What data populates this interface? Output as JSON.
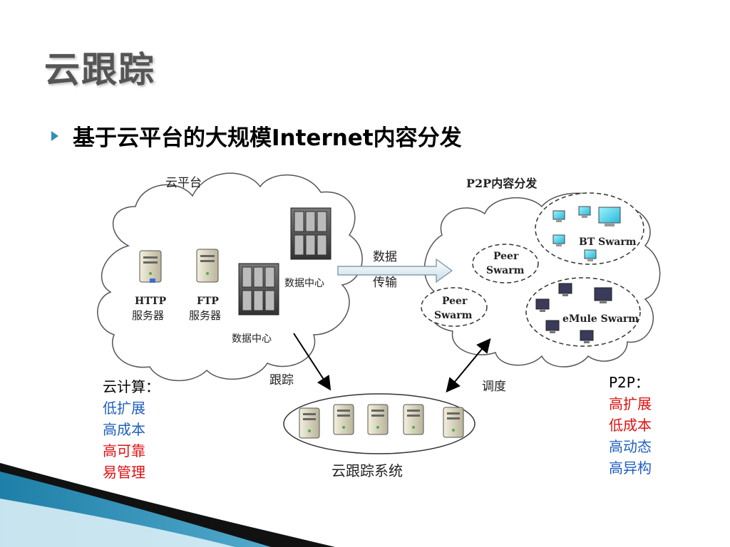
{
  "slide": {
    "title": "云跟踪",
    "bullet": "基于云平台的大规模Internet内容分发"
  },
  "diagram": {
    "cloud_platform_label": "云平台",
    "p2p_label": "P2P内容分发",
    "http_server_line1": "HTTP",
    "http_server_line2": "服务器",
    "ftp_server_line1": "FTP",
    "ftp_server_line2": "服务器",
    "datacenter_top": "数据中心",
    "datacenter_bottom": "数据中心",
    "transfer_line1": "数据",
    "transfer_line2": "传输",
    "peer_swarm_1_line1": "Peer",
    "peer_swarm_1_line2": "Swarm",
    "peer_swarm_2_line1": "Peer",
    "peer_swarm_2_line2": "Swarm",
    "bt_swarm": "BT Swarm",
    "emule_swarm": "eMule Swarm",
    "track_label": "跟踪",
    "schedule_label": "调度",
    "tracking_system": "云跟踪系统"
  },
  "cloud_computing": {
    "heading": "云计算：",
    "items": [
      {
        "text": "低扩展",
        "color": "#1f5fbf"
      },
      {
        "text": "高成本",
        "color": "#1f5fbf"
      },
      {
        "text": "高可靠",
        "color": "#e01010"
      },
      {
        "text": "易管理",
        "color": "#e01010"
      }
    ]
  },
  "p2p_props": {
    "heading": "P2P：",
    "items": [
      {
        "text": "高扩展",
        "color": "#e01010"
      },
      {
        "text": "低成本",
        "color": "#e01010"
      },
      {
        "text": "高动态",
        "color": "#1f5fbf"
      },
      {
        "text": "高异构",
        "color": "#1f5fbf"
      }
    ]
  },
  "colors": {
    "accent_teal": "#2f8fb5",
    "bullet_arrow": "#2f8fb5"
  }
}
